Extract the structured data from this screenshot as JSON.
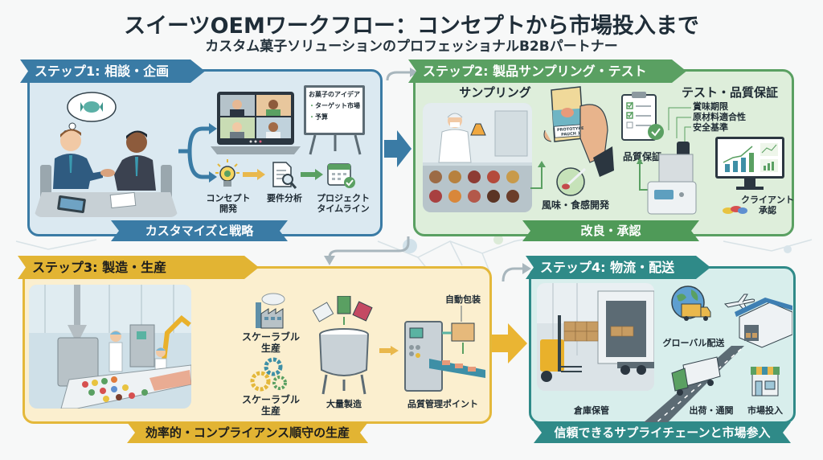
{
  "header": {
    "title": "スイーツOEMワークフロー：コンセプトから市場投入まで",
    "subtitle": "カスタム菓子ソリューションのプロフェッショナルB2Bパートナー"
  },
  "steps": [
    {
      "tag": "ステップ1: 相談・企画",
      "ribbon": "カスタマイズと戦略",
      "whiteboard": {
        "heading": "お菓子のアイデア",
        "bullets": [
          "ターゲット市場",
          "予算"
        ]
      },
      "flow": [
        "コンセプト開発",
        "要件分析",
        "プロジェクトタイムライン"
      ],
      "flow_lines": [
        [
          "コンセプト",
          "開発"
        ],
        [
          "要件分析"
        ],
        [
          "プロジェクト",
          "タイムライン"
        ]
      ]
    },
    {
      "tag": "ステップ2: 製品サンプリング・テスト",
      "ribbon": "改良・承認",
      "sampling_label": "サンプリング",
      "package_label": "PROTOTYPE\nPAUCH 1",
      "flavor_label": "風味・食感開発",
      "testing_heading": "テスト・品質保証",
      "test_items": [
        "賞味期限",
        "原材料適合性",
        "安全基準"
      ],
      "qa_label": "品質保証",
      "client_label": [
        "クライアント",
        "承認"
      ]
    },
    {
      "tag": "ステップ3: 製造・生産",
      "ribbon": "効率的・コンプライアンス順守の生産",
      "scalable_1": [
        "スケーラブル",
        "生産"
      ],
      "scalable_2": [
        "スケーラブル",
        "生産"
      ],
      "mass_label": "大量製造",
      "packaging_label": "自動包装",
      "qc_label": "品質管理ポイント"
    },
    {
      "tag": "ステップ4: 物流・配送",
      "ribbon": "信頼できるサプライチェーンと市場参入",
      "warehouse_label": "倉庫保管",
      "global_label": "グローバル配送",
      "shipping_label": "出荷・通関",
      "market_label": "市場投入"
    }
  ],
  "colors": {
    "step1": "#3a7ba5",
    "step2": "#5aa062",
    "step3": "#e2b433",
    "step4": "#2f8a88"
  }
}
